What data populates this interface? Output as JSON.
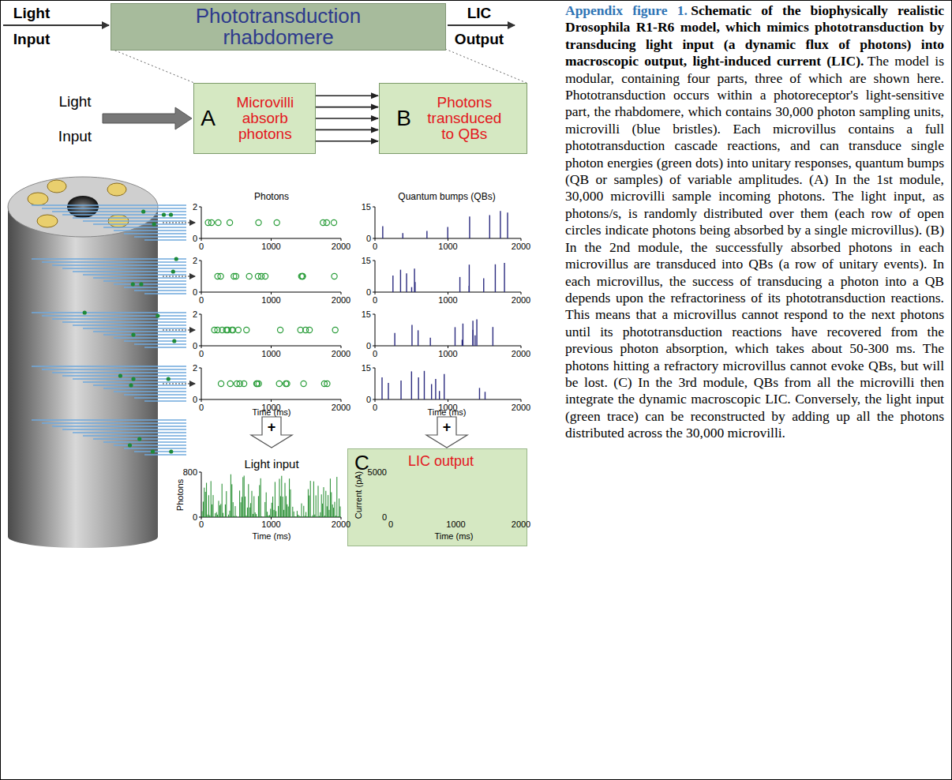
{
  "diagram": {
    "title": "Appendix figure 1.",
    "caption": "The model is modular, containing four parts, three of which are shown here. Phototransduction occurs within a photoreceptor's light-sensitive part, the rhabdomere, which contains 30,000 photon sampling units, microvilli (blue bristles). Each microvillus contains a full phototransduction cascade reactions, and can transduce single photon energies (green dots) into unitary responses, quantum bumps (QB or samples) of variable amplitudes. (A) In the 1st module, 30,000 microvilli sample incoming photons. The light input, as photons/s, is randomly distributed over them (each row of open circles indicate photons being absorbed by a single microvillus). (B) In the 2nd module, the successfully absorbed photons in each microvillus are transduced into QBs (a row of unitary events). In each microvillus, the success of transducing a photon into a QB depends upon the refractoriness of its phototransduction reactions. This means that a microvillus cannot respond to the next photons until its phototransduction reactions have recovered from the previous photon absorption, which takes about 50-300 ms. The photons hitting a refractory microvillus cannot evoke QBs, but will be lost. (C) In the 3rd module, QBs from all the microvilli then integrate the dynamic macroscopic LIC. Conversely, the light input (green trace) can be reconstructed by adding up all the photons distributed across the 30,000 microvilli.",
    "nodes": [
      {
        "text": [
          "Phototransduction rhabdomere"
        ]
      },
      {
        "text": [
          "A",
          "Microvilli absorb photons"
        ]
      },
      {
        "text": [
          "B",
          "Photons transduced to QBs"
        ]
      },
      {
        "text": [
          "C",
          "LIC output"
        ]
      }
    ],
    "edges": [
      {
        "from": 1,
        "to": 2,
        "arrow": "to"
      },
      {
        "from": 1,
        "to": 2,
        "arrow": "to"
      },
      {
        "from": 1,
        "to": 2,
        "arrow": "to"
      },
      {
        "from": 1,
        "to": 2,
        "arrow": "to"
      },
      {
        "from": 1,
        "to": 2,
        "arrow": "to"
      }
    ],
    "labels": [
      "Schematic of the biophysically realistic Drosophila R1-R6 model, which mimics phototransduction by transducing light input (a dynamic flux of photons) into macroscopic output, light-induced current (LIC).",
      "Light",
      "Input",
      "LIC",
      "Output",
      "Light",
      "Input",
      "Photons",
      "Quantum bumps (QBs)",
      "2",
      "0",
      "0",
      "1000",
      "2000",
      "2",
      "0",
      "0",
      "1000",
      "2000",
      "2",
      "0",
      "0",
      "1000",
      "2000",
      "2",
      "0",
      "0",
      "1000",
      "2000",
      "15",
      "0",
      "0",
      "1000",
      "2000",
      "15",
      "0",
      "0",
      "1000",
      "2000",
      "15",
      "0",
      "0",
      "1000",
      "2000",
      "15",
      "0",
      "0",
      "1000",
      "2000",
      "Time (ms)",
      "Time (ms)",
      "+",
      "+",
      "Light input",
      "Photons",
      "800",
      "0",
      "0",
      "1000",
      "2000",
      "Time (ms)",
      "Current (pA)",
      "5000",
      "0",
      "0",
      "1000",
      "2000",
      "Time (ms)"
    ]
  }
}
